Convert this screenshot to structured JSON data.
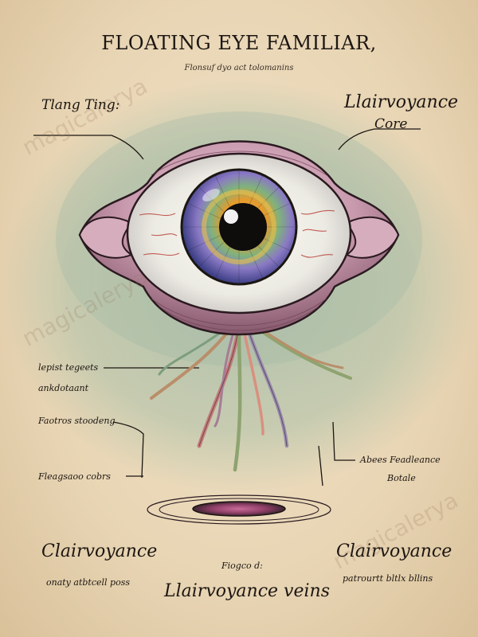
{
  "title": "FLOATING EYE FAMILIAR,",
  "subtitle": "Flonsuf dyo act tolomanins",
  "labels": {
    "top_left": "Tlang Ting:",
    "top_right_line1": "Llairvoyance",
    "top_right_line2": "Core",
    "left_1_line1": "lepist tegeets",
    "left_1_line2": "ankdotaant",
    "left_2": "Faotros stoodeng",
    "left_3": "Fleagsaoo cobrs",
    "right_1_line1": "Abees Feadleance",
    "right_1_line2": "Botale",
    "bottom_left_title": "Clairvoyance",
    "bottom_left_sub": "onaty atbtcell poss",
    "bottom_center_small": "Fiogco d:",
    "bottom_center_title": "Llairvoyance veins",
    "bottom_right_title": "Clairvoyance",
    "bottom_right_sub": "patrourtt bltlx bllins"
  },
  "watermark": "magicalerya",
  "colors": {
    "parchment": "#ecdcc0",
    "sea_green": "#9fb7a2",
    "lid_pink": "#c99aae",
    "lid_shadow": "#8e6478",
    "sclera": "#f4f1ea",
    "vein": "#b8423a",
    "ink": "#1c1612"
  }
}
